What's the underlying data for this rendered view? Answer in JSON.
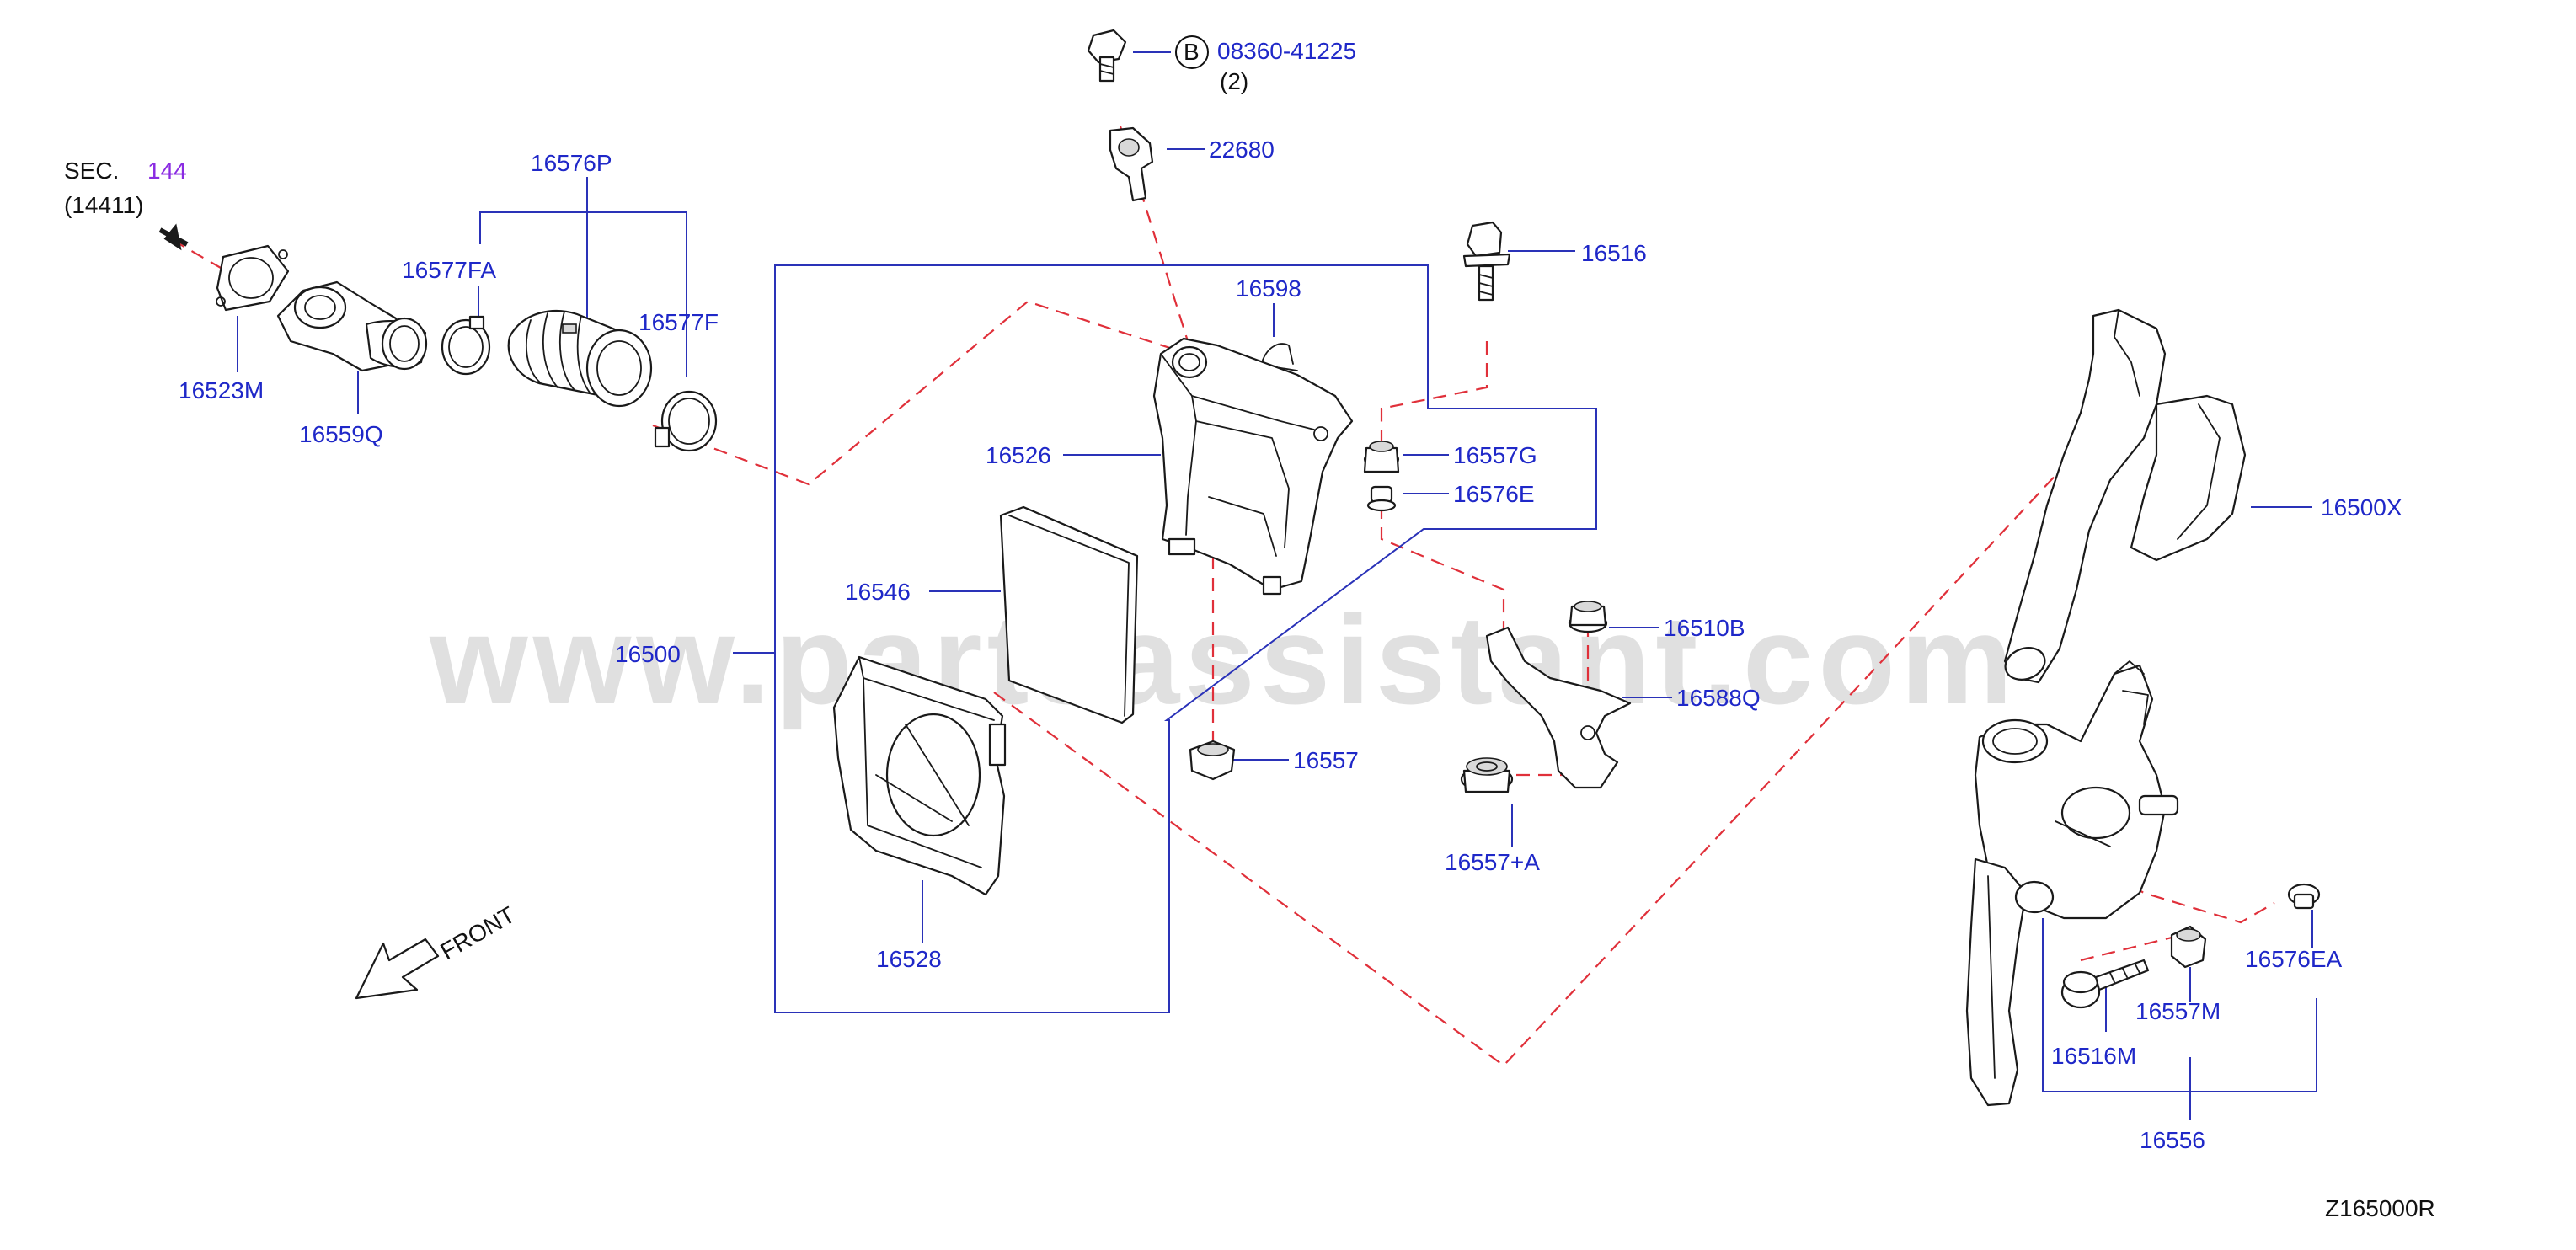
{
  "colors": {
    "label": "#1f28c8",
    "section_ref": "#8a2be2",
    "black_text": "#111111",
    "dashed": "#e0303a",
    "leader": "#2a32b8",
    "watermark": "#c8c8c8"
  },
  "watermark": "www.partsassistant.com",
  "diagram_code": "Z165000R",
  "front_label": "FRONT",
  "section": {
    "prefix": "SEC.",
    "number": "144",
    "sub": "(14411)"
  },
  "bolt_ref": {
    "letter": "B",
    "part": "08360-41225",
    "qty": "(2)"
  },
  "parts": [
    "16576P",
    "16577FA",
    "16577F",
    "16523M",
    "16559Q",
    "22680",
    "16516",
    "16598",
    "16526",
    "16557G",
    "16576E",
    "16546",
    "16500",
    "16510B",
    "16588Q",
    "16557",
    "16557+A",
    "16528",
    "16500X",
    "16576EA",
    "16557M",
    "16516M",
    "16556"
  ]
}
